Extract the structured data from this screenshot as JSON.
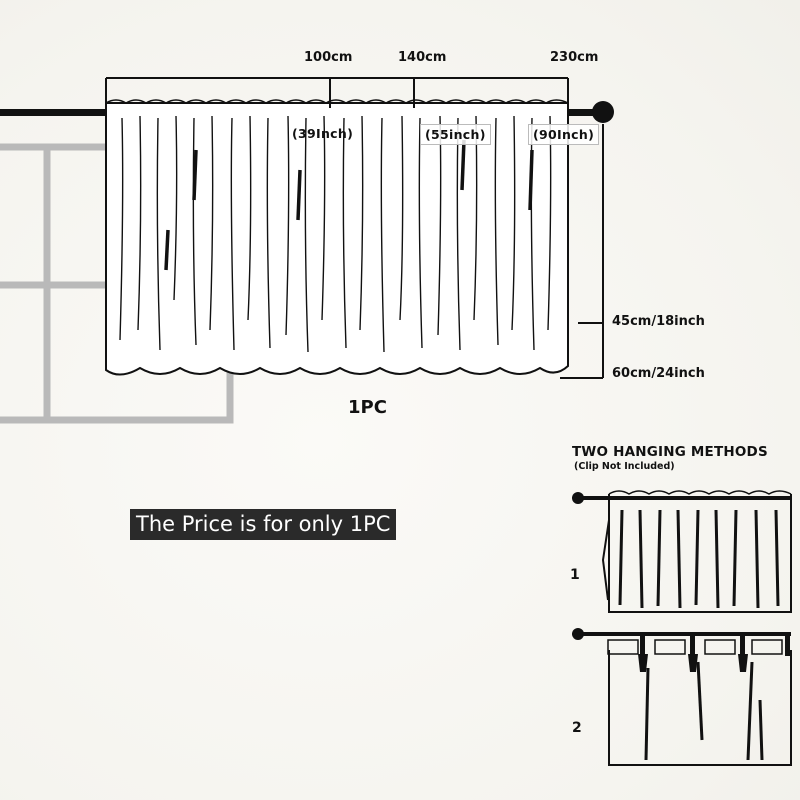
{
  "widths": {
    "w1_cm": "100cm",
    "w2_cm": "140cm",
    "w3_cm": "230cm",
    "w1_inch": "(39Inch)",
    "w2_inch": "(55inch)",
    "w3_inch": "(90Inch)"
  },
  "heights": {
    "h1": "45cm/18inch",
    "h2": "60cm/24inch"
  },
  "quantity_label": "1PC",
  "price_note": "The Price is for only 1PC",
  "methods": {
    "title": "TWO HANGING METHODS",
    "note": "(Clip Not Included)",
    "steps": [
      "1",
      "2"
    ]
  },
  "colors": {
    "ink": "#111111",
    "price_bg": "#2a2a2a",
    "window_frame": "#b9b9b9",
    "background": "#f7f6f2"
  }
}
